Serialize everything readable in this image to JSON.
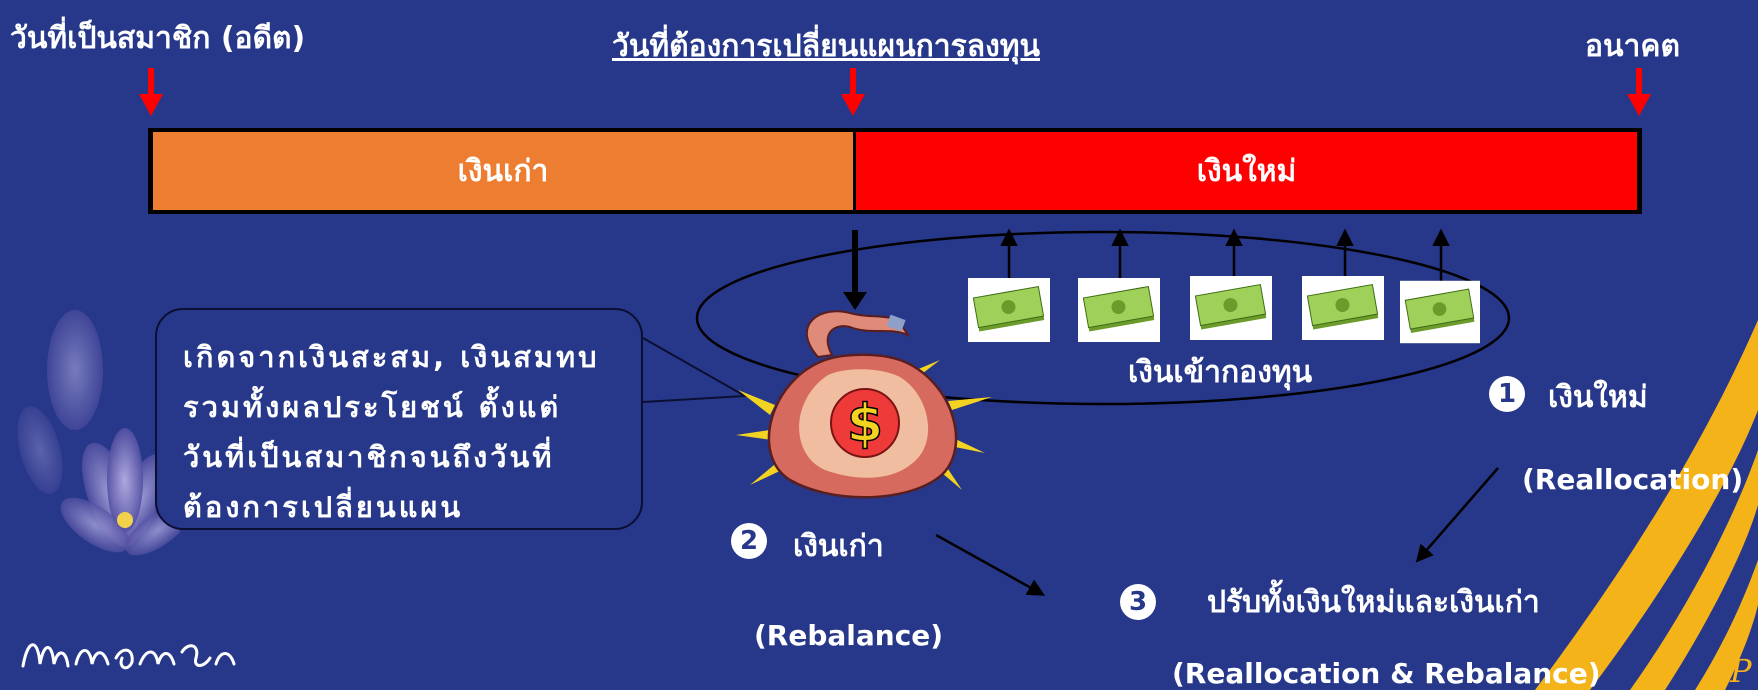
{
  "timeline": {
    "past_label": "วันที่เป็นสมาชิก (อดีต)",
    "change_label": "วันที่ต้องการเปลี่ยนแผนการลงทุน",
    "future_label": "อนาคต",
    "old_money_label": "เงินเก่า",
    "new_money_label": "เงินใหม่"
  },
  "fund_inflow_label": "เงินเข้ากองทุน",
  "callout_lines": [
    "เกิดจากเงินสะสม, เงินสมทบ",
    "รวมทั้งผลประโยชน์ ตั้งแต่",
    "วันที่เป็นสมาชิกจนถึงวันที่",
    "ต้องการเปลี่ยนแผน"
  ],
  "options": [
    {
      "number": "1",
      "glyph": "❶",
      "title": "เงินใหม่",
      "subtitle": "(Reallocation)"
    },
    {
      "number": "2",
      "glyph": "❷",
      "title": "เงินเก่า",
      "subtitle": "(Rebalance)"
    },
    {
      "number": "3",
      "glyph": "❸",
      "title": "ปรับทั้งเงินใหม่และเงินเก่า",
      "subtitle": "(Reallocation & Rebalance)"
    }
  ],
  "colors": {
    "background": "#27388a",
    "old_money": "#ed7d31",
    "new_money": "#ff0000",
    "arrow_marker": "#ff0000",
    "ribbon": "#f5b31a"
  },
  "icons": [
    "money-bag-icon",
    "banknote-icon",
    "lotus-flower-image",
    "handwritten-signature"
  ]
}
